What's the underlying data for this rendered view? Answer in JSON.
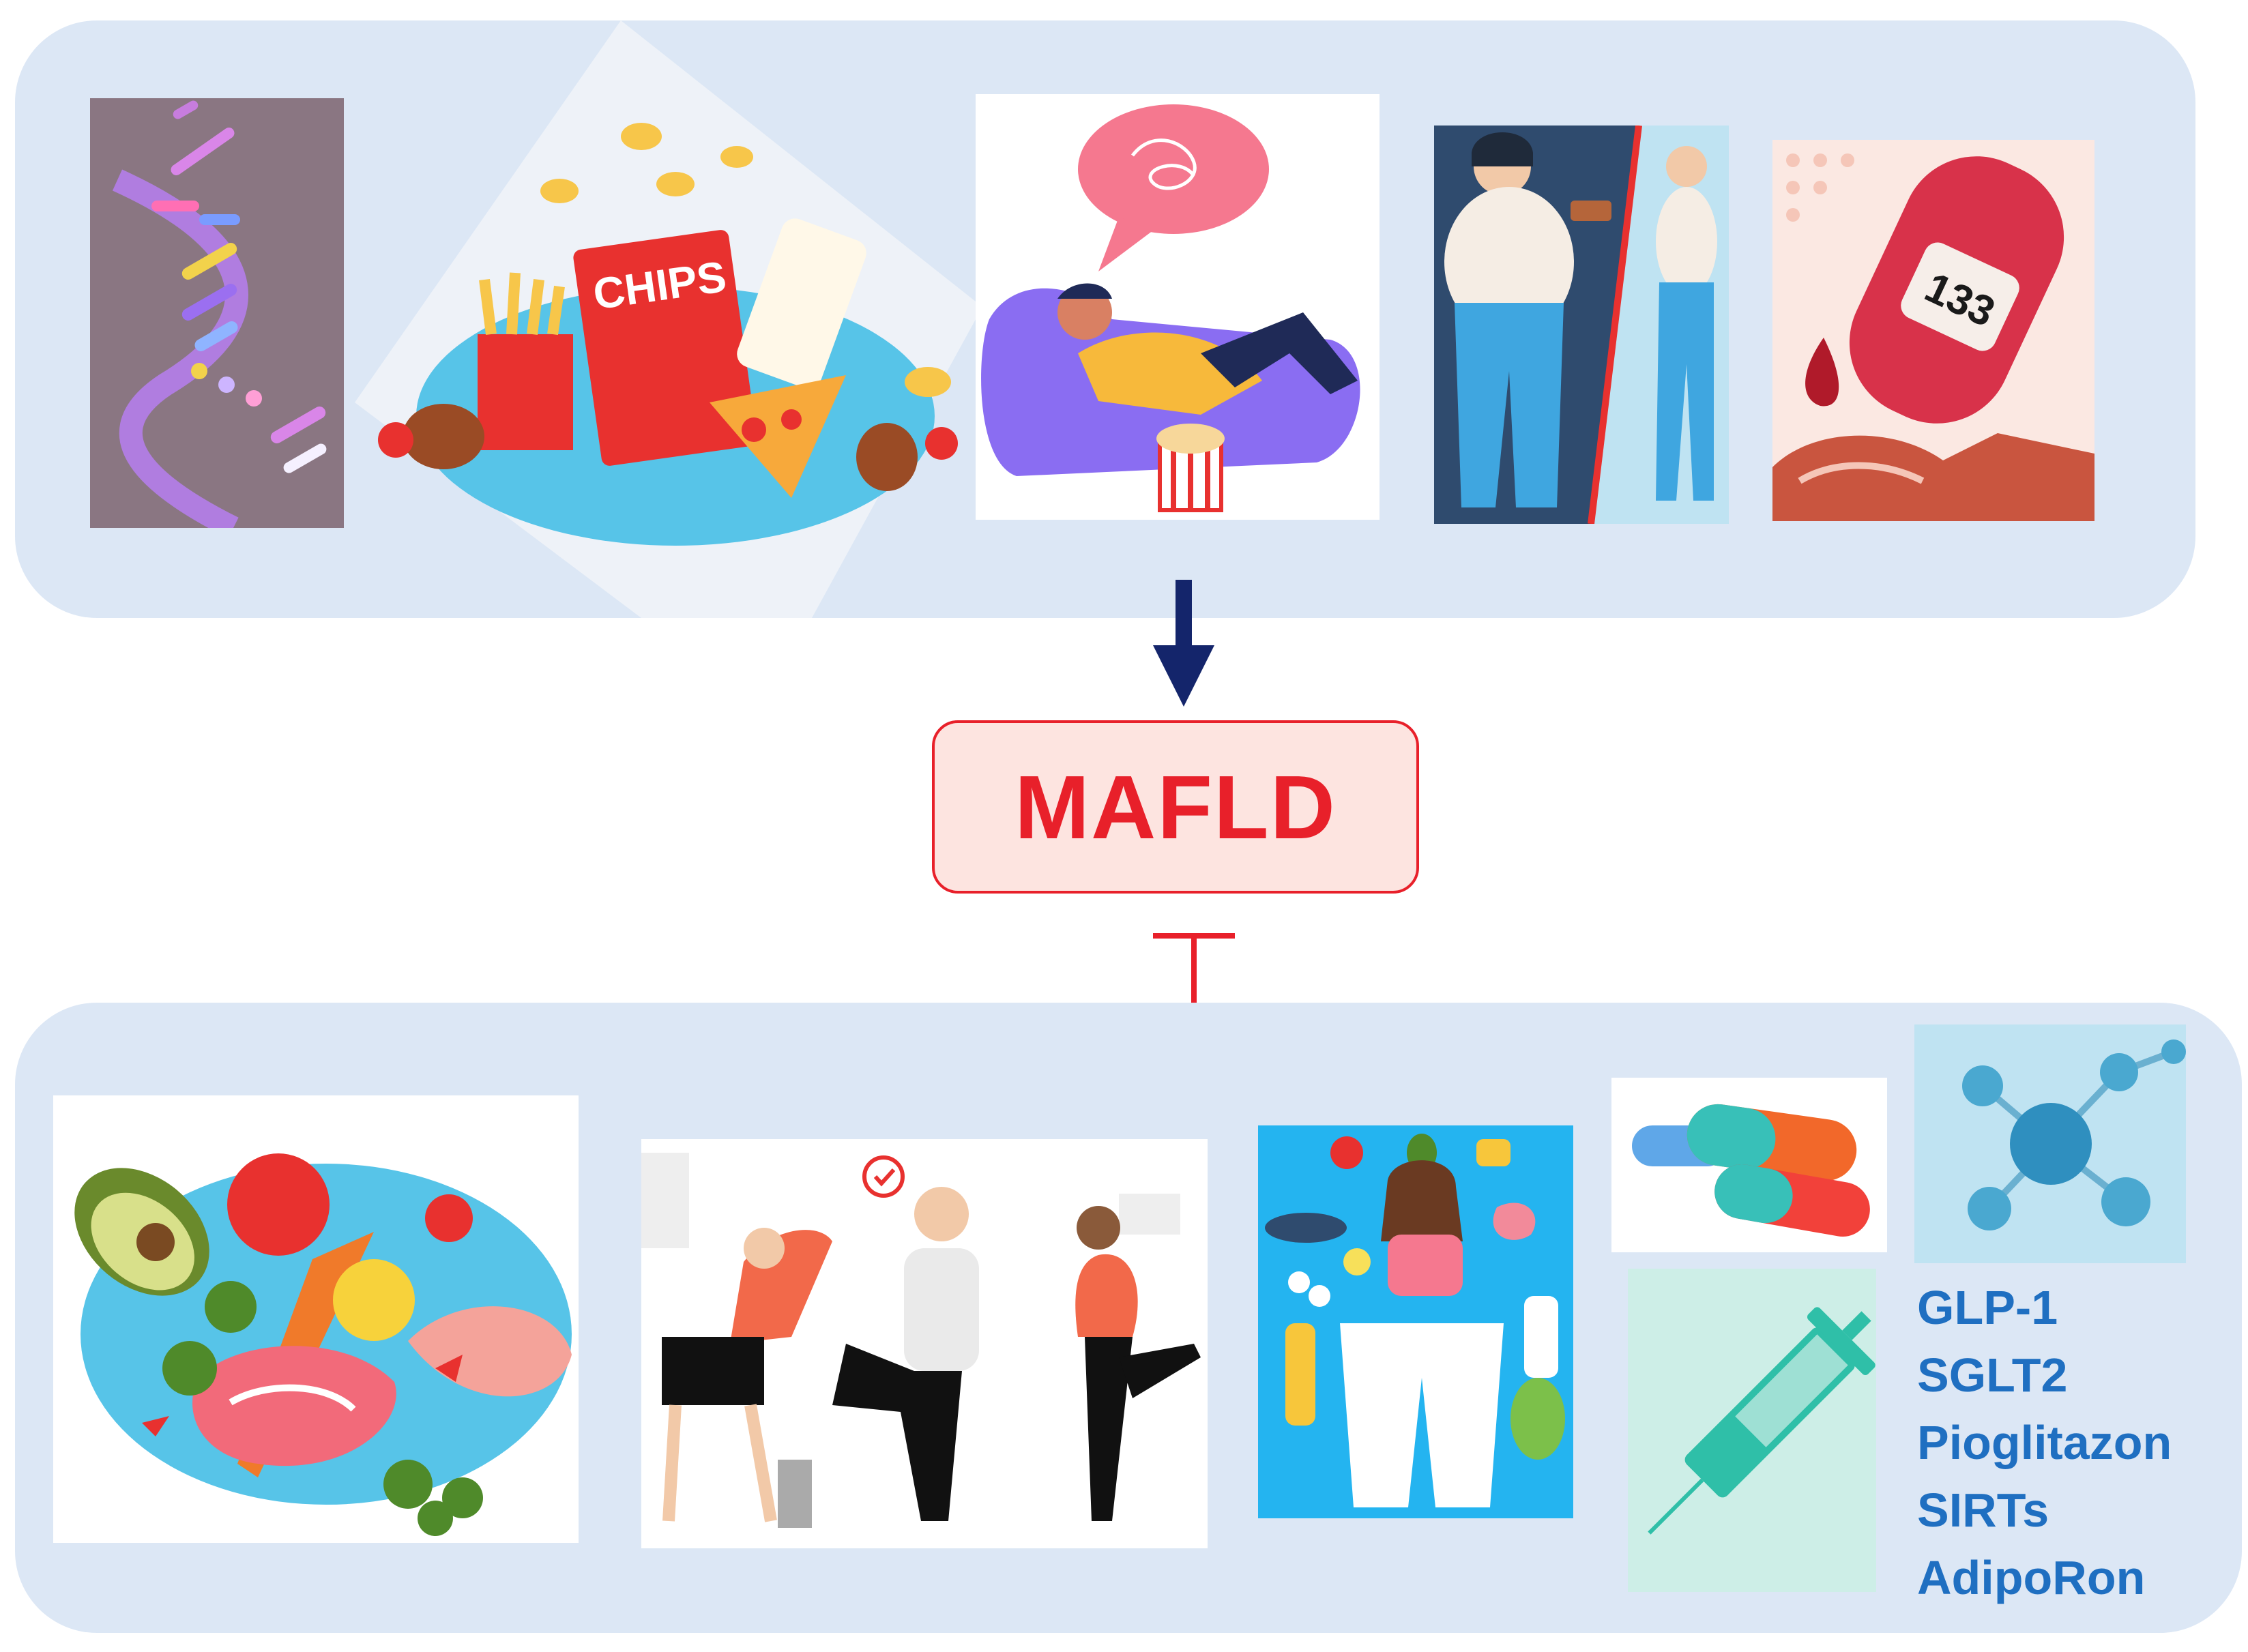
{
  "top_panel": {
    "causes": [
      {
        "icon": "dna-helix-icon"
      },
      {
        "icon": "junk-food-icon",
        "label": "CHIPS"
      },
      {
        "icon": "sedentary-couch-icon"
      },
      {
        "icon": "obesity-mirror-icon"
      },
      {
        "icon": "glucometer-icon",
        "reading": "133"
      }
    ]
  },
  "central": {
    "label": "MAFLD"
  },
  "relations": {
    "causes_to_mafld": "arrow-down-icon",
    "treatments_to_mafld": "inhibition-tbar-icon"
  },
  "bottom_panel": {
    "treatments": [
      {
        "icon": "healthy-food-icon"
      },
      {
        "icon": "exercise-icon"
      },
      {
        "icon": "weight-loss-icon"
      },
      {
        "icon": "capsule-pills-icon"
      },
      {
        "icon": "molecule-icon"
      },
      {
        "icon": "syringe-icon"
      }
    ],
    "drugs": [
      "GLP-1",
      "SGLT2",
      "Pioglitazon",
      "SIRTs",
      "AdipoRon"
    ]
  },
  "colors": {
    "panel_bg": "#dce7f5",
    "arrow": "#14256b",
    "mafld_red": "#e8202a",
    "mafld_fill": "#fde4e0",
    "drug_blue": "#1f6fc1"
  }
}
